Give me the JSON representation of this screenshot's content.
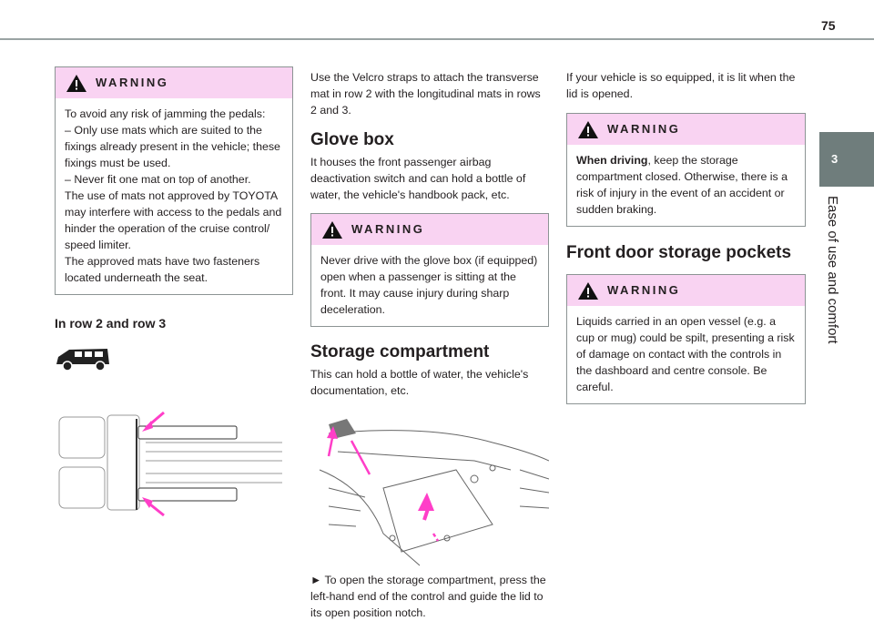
{
  "page_number": "75",
  "chapter": {
    "number": "3",
    "title": "Ease of use and comfort"
  },
  "warning_label": "WARNING",
  "col1": {
    "warning_text": "To avoid any risk of jamming the pedals:\n– Only use mats which are suited to the fixings already present in the vehicle; these fixings must be used.\n– Never fit one mat on top of another.\nThe use of mats not approved by TOYOTA may interfere with access to the pedals and hinder the operation of the cruise control/ speed limiter.\nThe approved mats have two fasteners located underneath the seat.",
    "subheading": "In row 2 and row 3"
  },
  "col2": {
    "intro": "Use the Velcro straps to attach the transverse mat in row 2 with the longitudinal mats in rows 2 and 3.",
    "glove_heading": "Glove box",
    "glove_text": "It houses the front passenger airbag deactivation switch and can hold a bottle of water, the vehicle's handbook pack, etc.",
    "glove_warning": "Never drive with the glove box (if equipped) open when a passenger is sitting at the front. It may cause injury during sharp deceleration.",
    "storage_heading": "Storage compartment",
    "storage_text": "This can hold a bottle of water, the vehicle's documentation, etc.",
    "storage_step": "► To open the storage compartment, press the left-hand end of the control and guide the lid to its open position notch."
  },
  "col3": {
    "intro": "If your vehicle is so equipped, it is lit when the lid is opened.",
    "warning_bold": "When driving",
    "warning_rest": ", keep the storage compartment closed. Otherwise, there is a risk of injury in the event of an accident or sudden braking.",
    "pockets_heading": "Front door storage pockets",
    "pockets_warning": "Liquids carried in an open vessel (e.g. a cup or mug) could be spilt, presenting a risk of damage on contact with the controls in the dashboard and centre console. Be careful."
  },
  "colors": {
    "warning_header": "#f9d3f2",
    "tab": "#6f7d7c",
    "arrow": "#ff3ec8"
  }
}
